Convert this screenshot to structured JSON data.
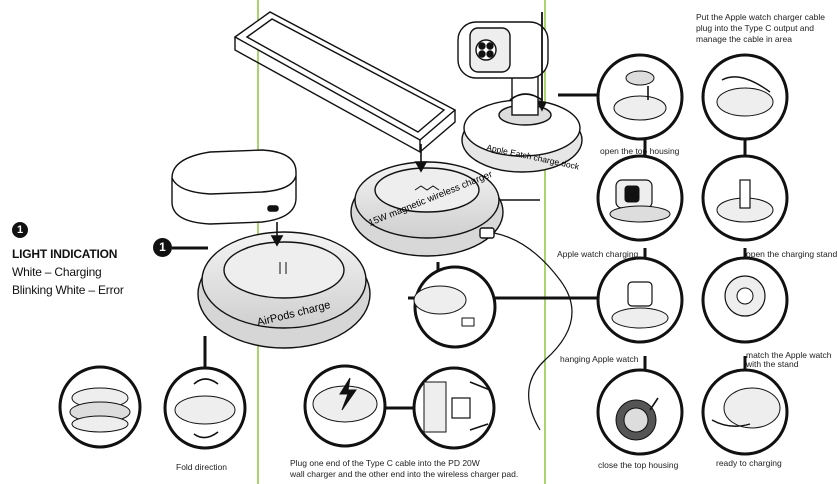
{
  "legend": {
    "number": "1",
    "title": "LIGHT INDICATION",
    "line1": "White – Charging",
    "line2": "Blinking White – Error"
  },
  "callout_number": "1",
  "pads": {
    "airpods": "AirPods charge",
    "magnetic": "15W magnetic wireless charger",
    "watch_dock": "Apple Eatch charge dock"
  },
  "captions": {
    "fold": "Fold direction",
    "plug_line1": "Plug one end of the Type C cable into the PD 20W",
    "plug_line2": "wall charger and the other end into the wireless charger pad."
  },
  "steps": {
    "top_note_1": "Put the Apple watch charger cable",
    "top_note_2": "plug into the Type C output and",
    "top_note_3": "manage the cable in area",
    "open_top": "open the top housing",
    "watch_charging": "Apple watch charging",
    "open_stand": "open the charging stand",
    "hanging": "hanging Apple watch",
    "match_1": "match the Apple watch",
    "match_2": "with the stand",
    "close_top": "close the top housing",
    "ready": "ready to charging"
  },
  "colors": {
    "guide_lines": "#8dc63f",
    "ink": "#111111"
  }
}
